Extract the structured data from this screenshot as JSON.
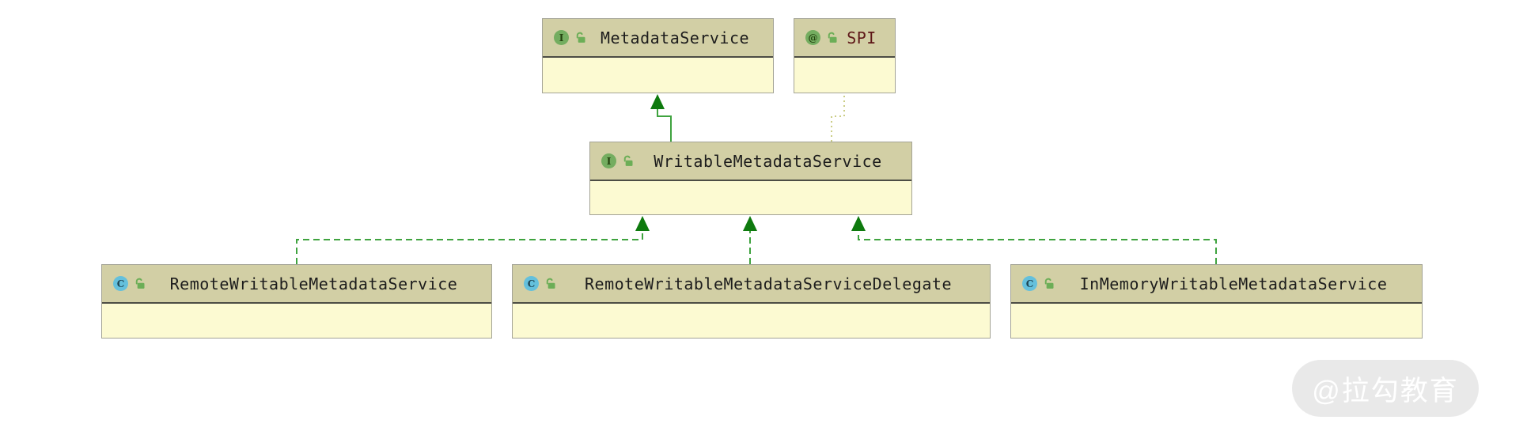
{
  "diagram": {
    "nodes": [
      {
        "id": "metadata-service",
        "label": "MetadataService",
        "kind": "interface",
        "icon_letter": "I",
        "visibility": "public"
      },
      {
        "id": "spi",
        "label": "SPI",
        "kind": "annotation",
        "icon_letter": "@",
        "visibility": "public"
      },
      {
        "id": "writable-metadata-service",
        "label": "WritableMetadataService",
        "kind": "interface",
        "icon_letter": "I",
        "visibility": "public"
      },
      {
        "id": "remote-writable",
        "label": "RemoteWritableMetadataService",
        "kind": "class",
        "icon_letter": "C",
        "visibility": "public"
      },
      {
        "id": "remote-writable-delegate",
        "label": "RemoteWritableMetadataServiceDelegate",
        "kind": "class",
        "icon_letter": "C",
        "visibility": "public"
      },
      {
        "id": "inmemory-writable",
        "label": "InMemoryWritableMetadataService",
        "kind": "class",
        "icon_letter": "C",
        "visibility": "public"
      }
    ],
    "edges": [
      {
        "from": "WritableMetadataService",
        "to": "MetadataService",
        "type": "extends",
        "style": "solid-green-filled-arrow"
      },
      {
        "from": "WritableMetadataService",
        "to": "SPI",
        "type": "annotation",
        "style": "dotted-olive-no-arrow"
      },
      {
        "from": "RemoteWritableMetadataService",
        "to": "WritableMetadataService",
        "type": "implements",
        "style": "dashed-green-filled-arrow"
      },
      {
        "from": "RemoteWritableMetadataServiceDelegate",
        "to": "WritableMetadataService",
        "type": "implements",
        "style": "dashed-green-filled-arrow"
      },
      {
        "from": "InMemoryWritableMetadataService",
        "to": "WritableMetadataService",
        "type": "implements",
        "style": "dashed-green-filled-arrow"
      }
    ],
    "colors": {
      "node_header_bg": "#d2cfa5",
      "node_body_bg": "#fcfad2",
      "node_border": "#a3a396",
      "header_divider": "#4c4c44",
      "edge_green": "#3fa33f",
      "arrowhead_fill": "#0e7a0e",
      "annotation_edge": "#cbcd86",
      "interface_icon_bg": "#74ad60",
      "class_icon_bg": "#64c0dc",
      "lock_icon": "#6cae57",
      "name_text": "#1c1c1c",
      "annotation_name_text": "#5e1818"
    }
  },
  "watermark": {
    "text": "@拉勾教育"
  }
}
